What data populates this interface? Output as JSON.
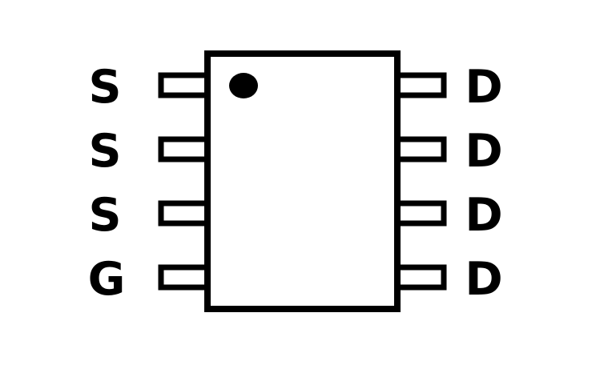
{
  "colors": {
    "stroke": "#000000",
    "fill": "#ffffff",
    "pin1_dot": "#000000"
  },
  "package": {
    "pin1_marker": "dot-icon",
    "left_pins": [
      {
        "label": "S"
      },
      {
        "label": "S"
      },
      {
        "label": "S"
      },
      {
        "label": "G"
      }
    ],
    "right_pins": [
      {
        "label": "D"
      },
      {
        "label": "D"
      },
      {
        "label": "D"
      },
      {
        "label": "D"
      }
    ]
  }
}
